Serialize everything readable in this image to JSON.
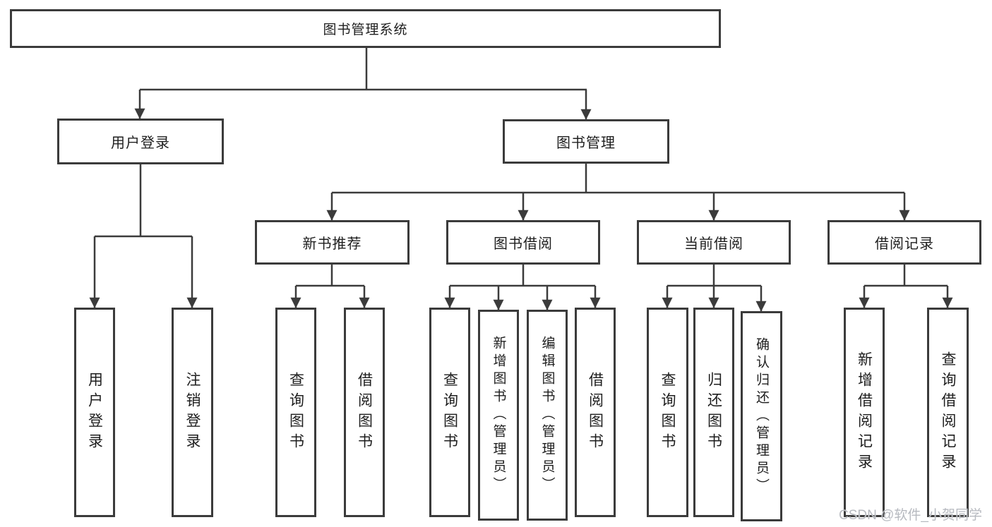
{
  "root": {
    "label": "图书管理系统"
  },
  "branches": [
    {
      "label": "用户登录",
      "leaves": [
        {
          "label": "用户登录"
        },
        {
          "label": "注销登录"
        }
      ]
    },
    {
      "label": "图书管理",
      "groups": [
        {
          "label": "新书推荐",
          "leaves": [
            {
              "label": "查询图书"
            },
            {
              "label": "借阅图书"
            }
          ]
        },
        {
          "label": "图书借阅",
          "leaves": [
            {
              "label": "查询图书"
            },
            {
              "label": "新增图书（管理员）"
            },
            {
              "label": "编辑图书（管理员）"
            },
            {
              "label": "借阅图书"
            }
          ]
        },
        {
          "label": "当前借阅",
          "leaves": [
            {
              "label": "查询图书"
            },
            {
              "label": "归还图书"
            },
            {
              "label": "确认归还（管理员）"
            }
          ]
        },
        {
          "label": "借阅记录",
          "leaves": [
            {
              "label": "新增借阅记录"
            },
            {
              "label": "查询借阅记录"
            }
          ]
        }
      ]
    }
  ],
  "watermark": {
    "text": "CSDN @软件_小贺同学"
  },
  "colors": {
    "line": "#3b3b3b",
    "box_border": "#3b3b3b",
    "text": "#1e1e1e",
    "watermark": "#b7bac0",
    "background": "#ffffff"
  }
}
